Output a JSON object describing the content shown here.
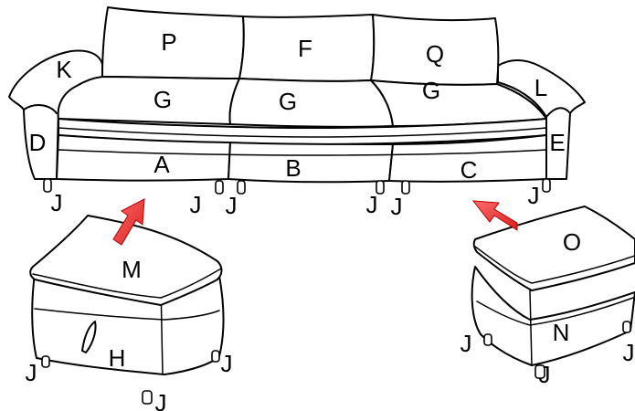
{
  "colors": {
    "arrow": "#ee3333",
    "line": "#000000",
    "background": "#ffffff"
  },
  "labels": {
    "P": "P",
    "F": "F",
    "Q": "Q",
    "K": "K",
    "L": "L",
    "G1": "G",
    "G2": "G",
    "G3": "G",
    "D": "D",
    "E": "E",
    "A": "A",
    "B": "B",
    "C": "C",
    "M": "M",
    "H": "H",
    "O": "O",
    "N": "N",
    "J1": "J",
    "J2": "J",
    "J3": "J",
    "J4": "J",
    "J5": "J",
    "J6": "J",
    "J7": "J",
    "J8": "J",
    "J9": "J",
    "J10": "J",
    "J11": "J",
    "J12": "J"
  }
}
